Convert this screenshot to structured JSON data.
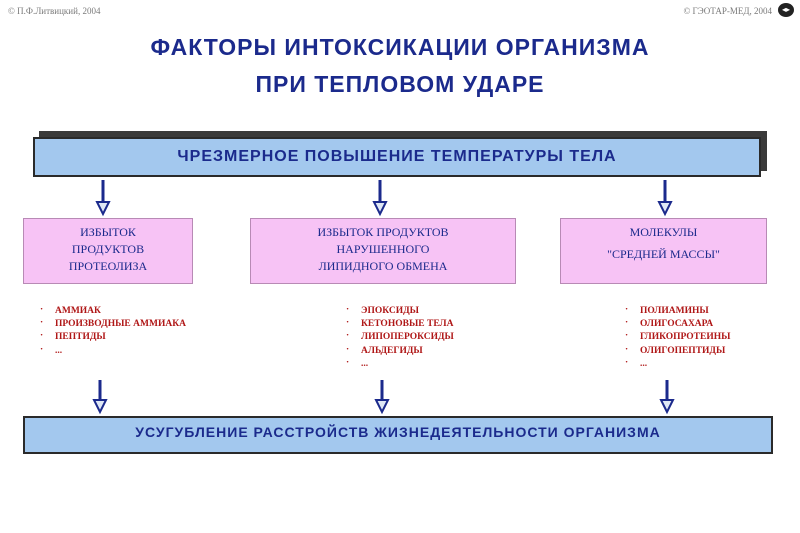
{
  "header": {
    "copyright_left": "© П.Ф.Литвицкий, 2004",
    "copyright_right": "© ГЭОТАР-МЕД, 2004",
    "nav_glyph": "◂▸"
  },
  "title": {
    "line1": "ФАКТОРЫ  ИНТОКСИКАЦИИ  ОРГАНИЗМА",
    "line2": "ПРИ  ТЕПЛОВОМ  УДАРЕ"
  },
  "top_box": "ЧРЕЗМЕРНОЕ  ПОВЫШЕНИЕ  ТЕМПЕРАТУРЫ  ТЕЛА",
  "boxes": [
    {
      "lines": [
        "ИЗБЫТОК",
        "ПРОДУКТОВ",
        "ПРОТЕОЛИЗА"
      ]
    },
    {
      "lines": [
        "ИЗБЫТОК  ПРОДУКТОВ",
        "НАРУШЕННОГО",
        "ЛИПИДНОГО ОБМЕНА"
      ]
    },
    {
      "lines": [
        "МОЛЕКУЛЫ",
        "\"СРЕДНЕЙ МАССЫ\""
      ]
    }
  ],
  "lists": [
    [
      "АММИАК",
      "ПРОИЗВОДНЫЕ  АММИАКА",
      "ПЕПТИДЫ",
      "..."
    ],
    [
      "ЭПОКСИДЫ",
      "КЕТОНОВЫЕ  ТЕЛА",
      "ЛИПОПЕРОКСИДЫ",
      "АЛЬДЕГИДЫ",
      "..."
    ],
    [
      "ПОЛИАМИНЫ",
      "ОЛИГОСАХАРА",
      "ГЛИКОПРОТЕИНЫ",
      "ОЛИГОПЕПТИДЫ",
      "..."
    ]
  ],
  "bottom_box": "УСУГУБЛЕНИЕ  РАССТРОЙСТВ  ЖИЗНЕДЕЯТЕЛЬНОСТИ  ОРГАНИЗМА",
  "colors": {
    "title": "#1b2a8c",
    "bar_fill": "#a3c8ee",
    "box_fill": "#f7c3f5",
    "list_text": "#b01818",
    "arrow": "#1b2a8c"
  },
  "icons": {
    "arrow": "down-arrow-icon",
    "nav": "navigation-icon"
  }
}
